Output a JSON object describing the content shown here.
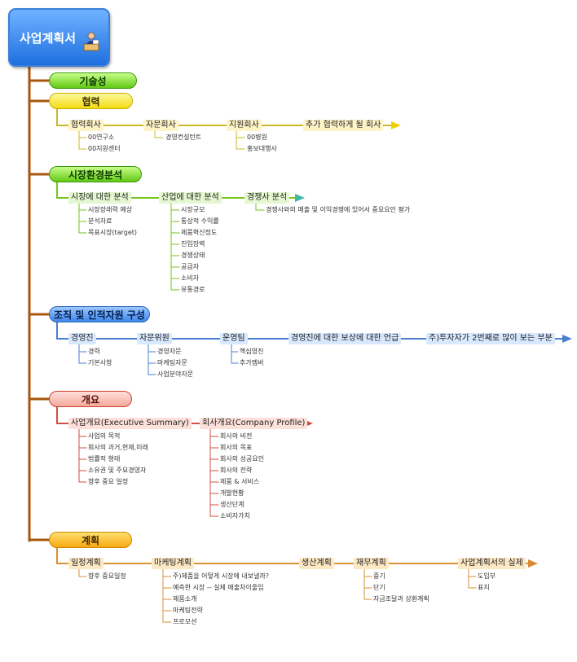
{
  "root": {
    "title": "사업계획서",
    "icon": "businessman-desk-icon"
  },
  "categories": {
    "tech": "기술성",
    "coop": "협력",
    "market": "시장환경분석",
    "org": "조직 및 인적자원 구성",
    "overview": "개요",
    "plan": "계획"
  },
  "coop": {
    "n1": "협력회사",
    "n2": "자문회사",
    "n3": "지원회사",
    "n4": "추가 협력하게 될 회사",
    "l1": [
      "00연구소",
      "00지원센터"
    ],
    "l2": [
      "경영컨설턴트"
    ],
    "l3": [
      "00병원",
      "홍보대행사"
    ]
  },
  "market": {
    "n1": "시장에 대한 분석",
    "n2": "산업에 대한 분석",
    "n3": "경쟁사 분석",
    "l1": [
      "시장장래력 예상",
      "분석자료",
      "목표시장(target)"
    ],
    "l2": [
      "시장규모",
      "통상적 수익률",
      "제품혁신정도",
      "진입장벽",
      "경쟁상태",
      "공급자",
      "소비자",
      "유통경로"
    ],
    "l3": [
      "경쟁사와의 매출 및 이익경쟁에 있어서 중요요인 평가"
    ]
  },
  "org": {
    "n1": "경영진",
    "n2": "자문위원",
    "n3": "운영팀",
    "n4": "경영진에 대한 보상에 대한 언급",
    "n5": "주)투자자가 2번째로 많이 보는 부분",
    "l1": [
      "경력",
      "기본사항"
    ],
    "l2": [
      "경영자문",
      "마케팅자문",
      "사업분야자문"
    ],
    "l3": [
      "핵심영진",
      "추가멤버"
    ]
  },
  "overview": {
    "n1": "사업개요(Executive Summary)",
    "n2": "회사개요(Company Profile)",
    "l1": [
      "사업의 목적",
      "회사의 과거,현재,미래",
      "법률적 형태",
      "소유권 및 주요경영자",
      "향후 중요 일정"
    ],
    "l2": [
      "회사의 비전",
      "회사의 목표",
      "회사의 성공요인",
      "회사의 전략",
      "제품 & 서비스",
      "개발현황",
      "생산단계",
      "소비자가치"
    ]
  },
  "plan": {
    "n1": "일정계획",
    "n2": "마케팅계획",
    "n3": "생산계획",
    "n4": "재무계획",
    "n5": "사업계획서의 실제",
    "l1": [
      "향후 중요일정"
    ],
    "l2": [
      "주)제품을 어떻게 시장에 내보낼까?",
      "예측한 시장 -- 실제 매출차이줄임",
      "제품소개",
      "마케팅전략",
      "프로모션"
    ],
    "l4": [
      "중기",
      "단기",
      "자금조달과 상환계획"
    ],
    "l5": [
      "도입부",
      "표지"
    ]
  },
  "colors": {
    "trunk": "#a8560e",
    "green": "#74c61c",
    "yellow": "#c9b92a",
    "blue": "#4a7fd0",
    "red": "#d05040",
    "orange": "#d79234"
  }
}
